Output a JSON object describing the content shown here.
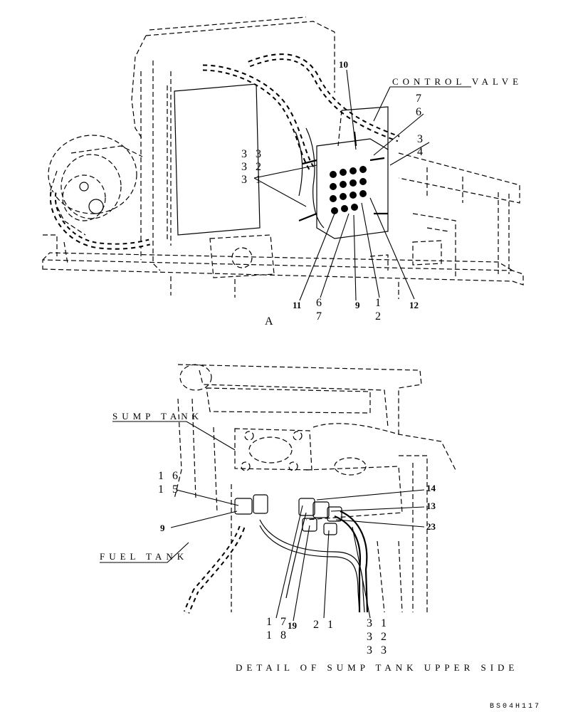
{
  "diagram_id": "BS04H117",
  "view_a": {
    "view_label": "A",
    "control_valve_label": "CONTROL VALVE",
    "callouts": {
      "c10": "10",
      "c7a": "7",
      "c6a": "6",
      "c3": "3",
      "c4": "4",
      "c33a": "3 3",
      "c32a": "3 2",
      "c31a": "3 1",
      "c11": "11",
      "c6b": "6",
      "c7b": "7",
      "c9a": "9",
      "c1": "1",
      "c2": "2",
      "c12": "12"
    }
  },
  "detail": {
    "title": "DETAIL OF SUMP TANK UPPER SIDE",
    "sump_tank_label": "SUMP TANK",
    "fuel_tank_label": "FUEL TANK",
    "callouts": {
      "c16": "1 6",
      "c15": "1 5",
      "c9b": "9",
      "c14": "14",
      "c13": "13",
      "c23": "23",
      "c17": "1 7",
      "c18": "1 8",
      "c19": "19",
      "c21": "2 1",
      "c31b": "3 1",
      "c32b": "3 2",
      "c33b": "3 3"
    }
  }
}
